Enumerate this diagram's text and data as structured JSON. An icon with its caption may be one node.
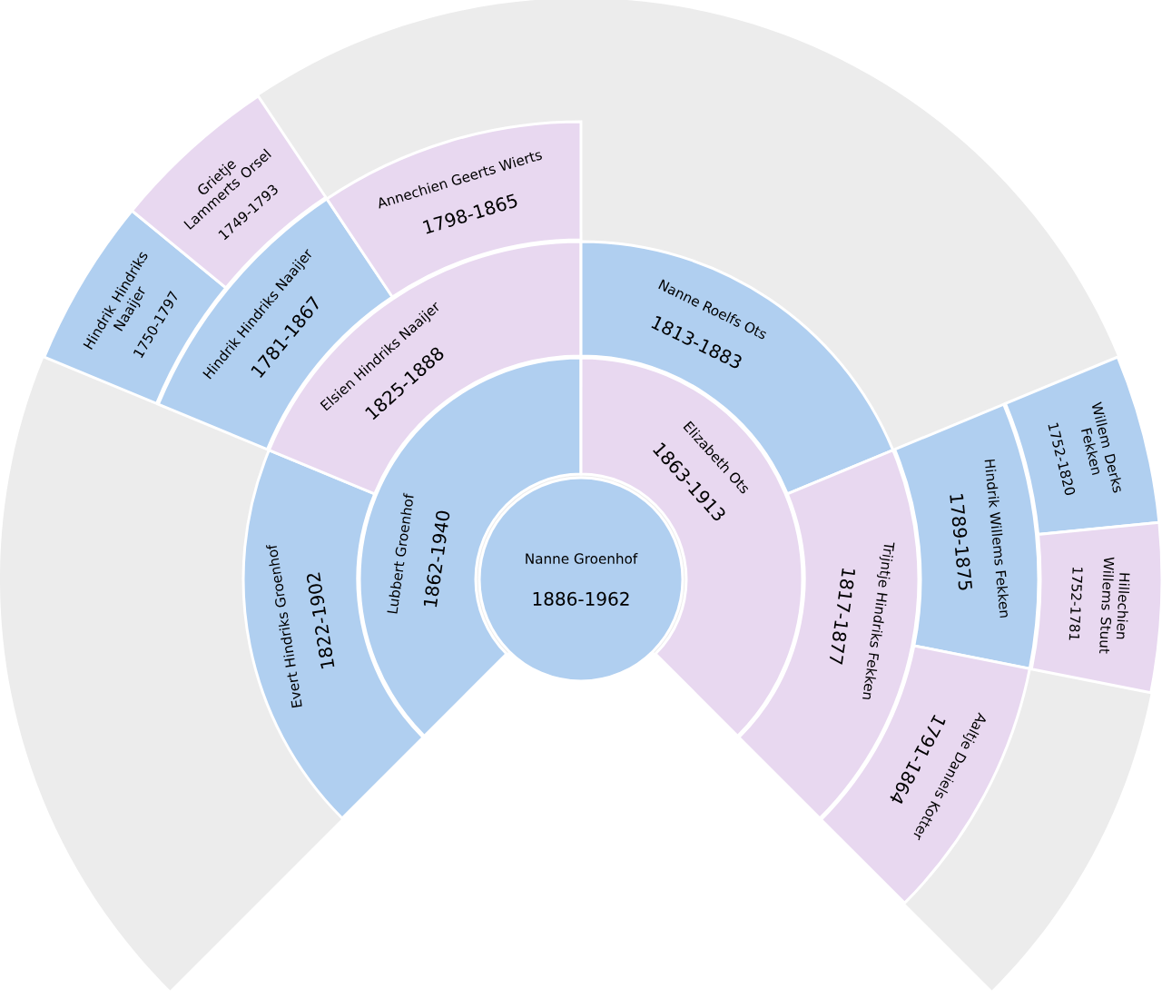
{
  "diagram": {
    "nodes": [
      {
        "text": [
          "Nanne Groenhof",
          "1886-1962"
        ]
      },
      {
        "text": [
          "Lubbert Groenhof",
          "1862-1940"
        ]
      },
      {
        "text": [
          "Elizabeth Ots",
          "1863-1913"
        ]
      },
      {
        "text": [
          "Evert Hindriks Groenhof",
          "1822-1902"
        ]
      },
      {
        "text": [
          "Elsien Hindriks Naaijer",
          "1825-1888"
        ]
      },
      {
        "text": [
          "Nanne Roelfs Ots",
          "1813-1883"
        ]
      },
      {
        "text": [
          "Trijntje Hindriks Fekken",
          "1817-1877"
        ]
      },
      {
        "text": [
          "Hindrik Hindriks Naaijer",
          "1781-1867"
        ]
      },
      {
        "text": [
          "Annechien Geerts Wierts",
          "1798-1865"
        ]
      },
      {
        "text": [
          "Hindrik Willems Fekken",
          "1789-1875"
        ]
      },
      {
        "text": [
          "Aaltje Daniels Kotter",
          "1791-1864"
        ]
      },
      {
        "text": [
          "Hindrik Hindriks Naaijer",
          "1750-1797"
        ]
      },
      {
        "text": [
          "Grietje Lammerts Orsel",
          "1749-1793"
        ]
      },
      {
        "text": [
          "Willem Derks Fekken",
          "1752-1820"
        ]
      },
      {
        "text": [
          "Hillechien Willems Stuut",
          "1752-1781"
        ]
      }
    ]
  }
}
